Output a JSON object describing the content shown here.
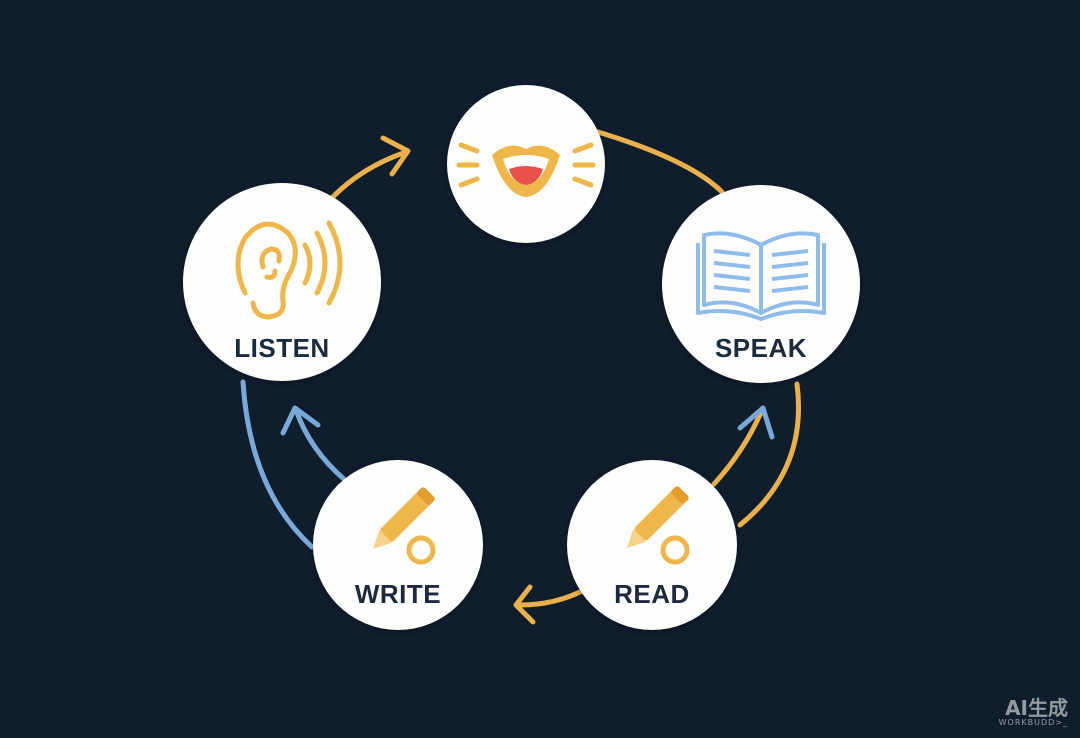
{
  "nodes": {
    "top": {
      "label": ""
    },
    "listen": {
      "label": "LISTEN"
    },
    "speak": {
      "label": "SPEAK"
    },
    "write": {
      "label": "WRITE"
    },
    "read": {
      "label": "READ"
    }
  },
  "colors": {
    "background": "#0f1d2c",
    "node_fill": "#fdfdfb",
    "label_text": "#1c2a3d",
    "arrow_orange": "#e9b04b",
    "arrow_blue": "#79a9d9",
    "icon_orange": "#efb64a",
    "icon_blue": "#8fbce8"
  },
  "icons": {
    "top": "mouth-speaking-icon",
    "listen": "ear-sound-icon",
    "speak": "open-book-icon",
    "write": "pencil-circle-icon",
    "read": "pencil-circle-icon"
  },
  "watermark": {
    "main": "AI生成",
    "sub": "WORKBUDD>_"
  }
}
